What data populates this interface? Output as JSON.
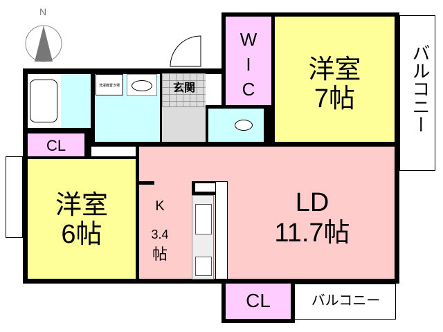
{
  "compass": {
    "label": "N"
  },
  "rooms": {
    "western_7": {
      "name": "洋室",
      "size": "7帖"
    },
    "western_6": {
      "name": "洋室",
      "size": "6帖"
    },
    "wic": {
      "w": "W",
      "i": "I",
      "c": "C"
    },
    "ld": {
      "name": "LD",
      "size": "11.7帖"
    },
    "kitchen": {
      "name": "K",
      "size_num": "3.4",
      "size_unit": "帖"
    },
    "entrance": {
      "name": "玄関"
    },
    "laundry": {
      "name": "洗濯機置き場"
    },
    "cl_left": {
      "name": "CL"
    },
    "cl_bottom": {
      "name": "CL"
    },
    "balcony_right": {
      "name": "バルコニー"
    },
    "balcony_bottom": {
      "name": "バルコニー"
    }
  },
  "colors": {
    "western": "#ffff99",
    "ld": "#ffcccc",
    "wet": "#ccffff",
    "closet": "#ffccff",
    "hall": "#dcdcdc"
  }
}
